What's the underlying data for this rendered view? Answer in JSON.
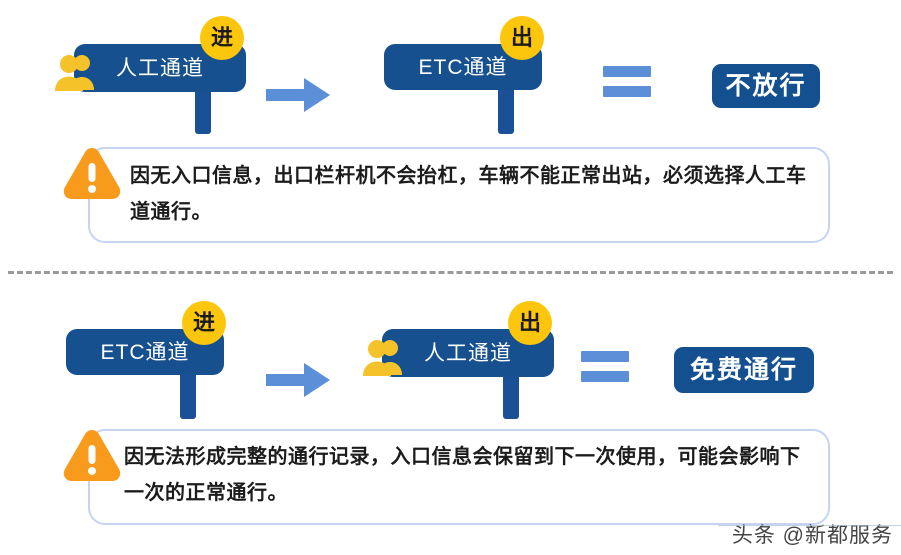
{
  "scenarios": [
    {
      "entry": {
        "lane_label": "人工通道",
        "badge_label": "进",
        "has_people_icon": true
      },
      "connector": "arrow-right-icon",
      "exit": {
        "lane_label": "ETC通道",
        "badge_label": "出",
        "has_people_icon": false
      },
      "equals": "equals-icon",
      "result": "不放行",
      "note": "因无入口信息，出口栏杆机不会抬杠，车辆不能正常出站，必须选择人工车道通行。"
    },
    {
      "entry": {
        "lane_label": "ETC通道",
        "badge_label": "进",
        "has_people_icon": false
      },
      "connector": "arrow-right-icon",
      "exit": {
        "lane_label": "人工通道",
        "badge_label": "出",
        "has_people_icon": true
      },
      "equals": "equals-icon",
      "result": "免费通行",
      "note": "因无法形成完整的通行记录，入口信息会保留到下一次使用，可能会影响下一次的正常通行。"
    }
  ],
  "watermark": "头条 @新都服务",
  "colors": {
    "sign_blue": "#17508f",
    "badge_yellow": "#fcc60c",
    "people_yellow": "#f5c229",
    "arrow_blue": "#5b8fd8",
    "warn_orange": "#f89b1c",
    "note_border": "#c4d4f2",
    "divider_gray": "#9a9a9a"
  }
}
